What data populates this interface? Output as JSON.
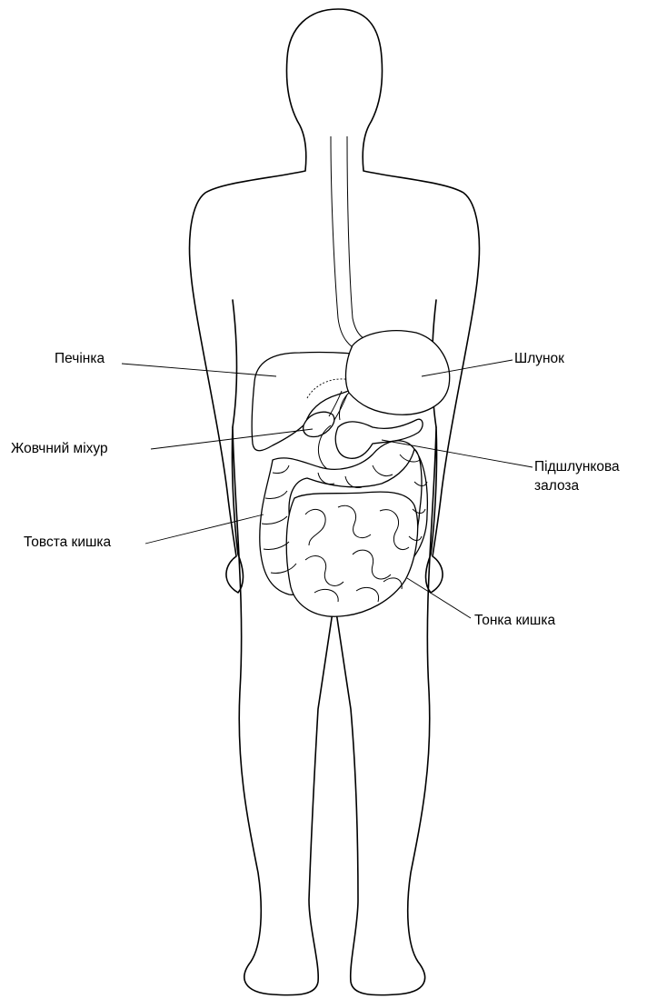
{
  "labels": {
    "liver": "Печінка",
    "stomach": "Шлунок",
    "gallbladder": "Жовчний міхур",
    "pancreas_line1": "Підшлункова",
    "pancreas_line2": "залоза",
    "large_intestine": "Товста кишка",
    "small_intestine": "Тонка кишка"
  }
}
